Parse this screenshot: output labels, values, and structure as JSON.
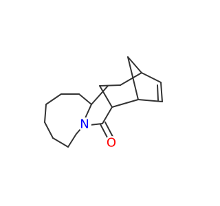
{
  "molecule": {
    "atoms": [
      {
        "id": "N",
        "label": "N",
        "color": "#0000ff"
      },
      {
        "id": "O",
        "label": "O",
        "color": "#ff0000"
      }
    ],
    "bond_color": "#333333",
    "background": "#ffffff"
  }
}
